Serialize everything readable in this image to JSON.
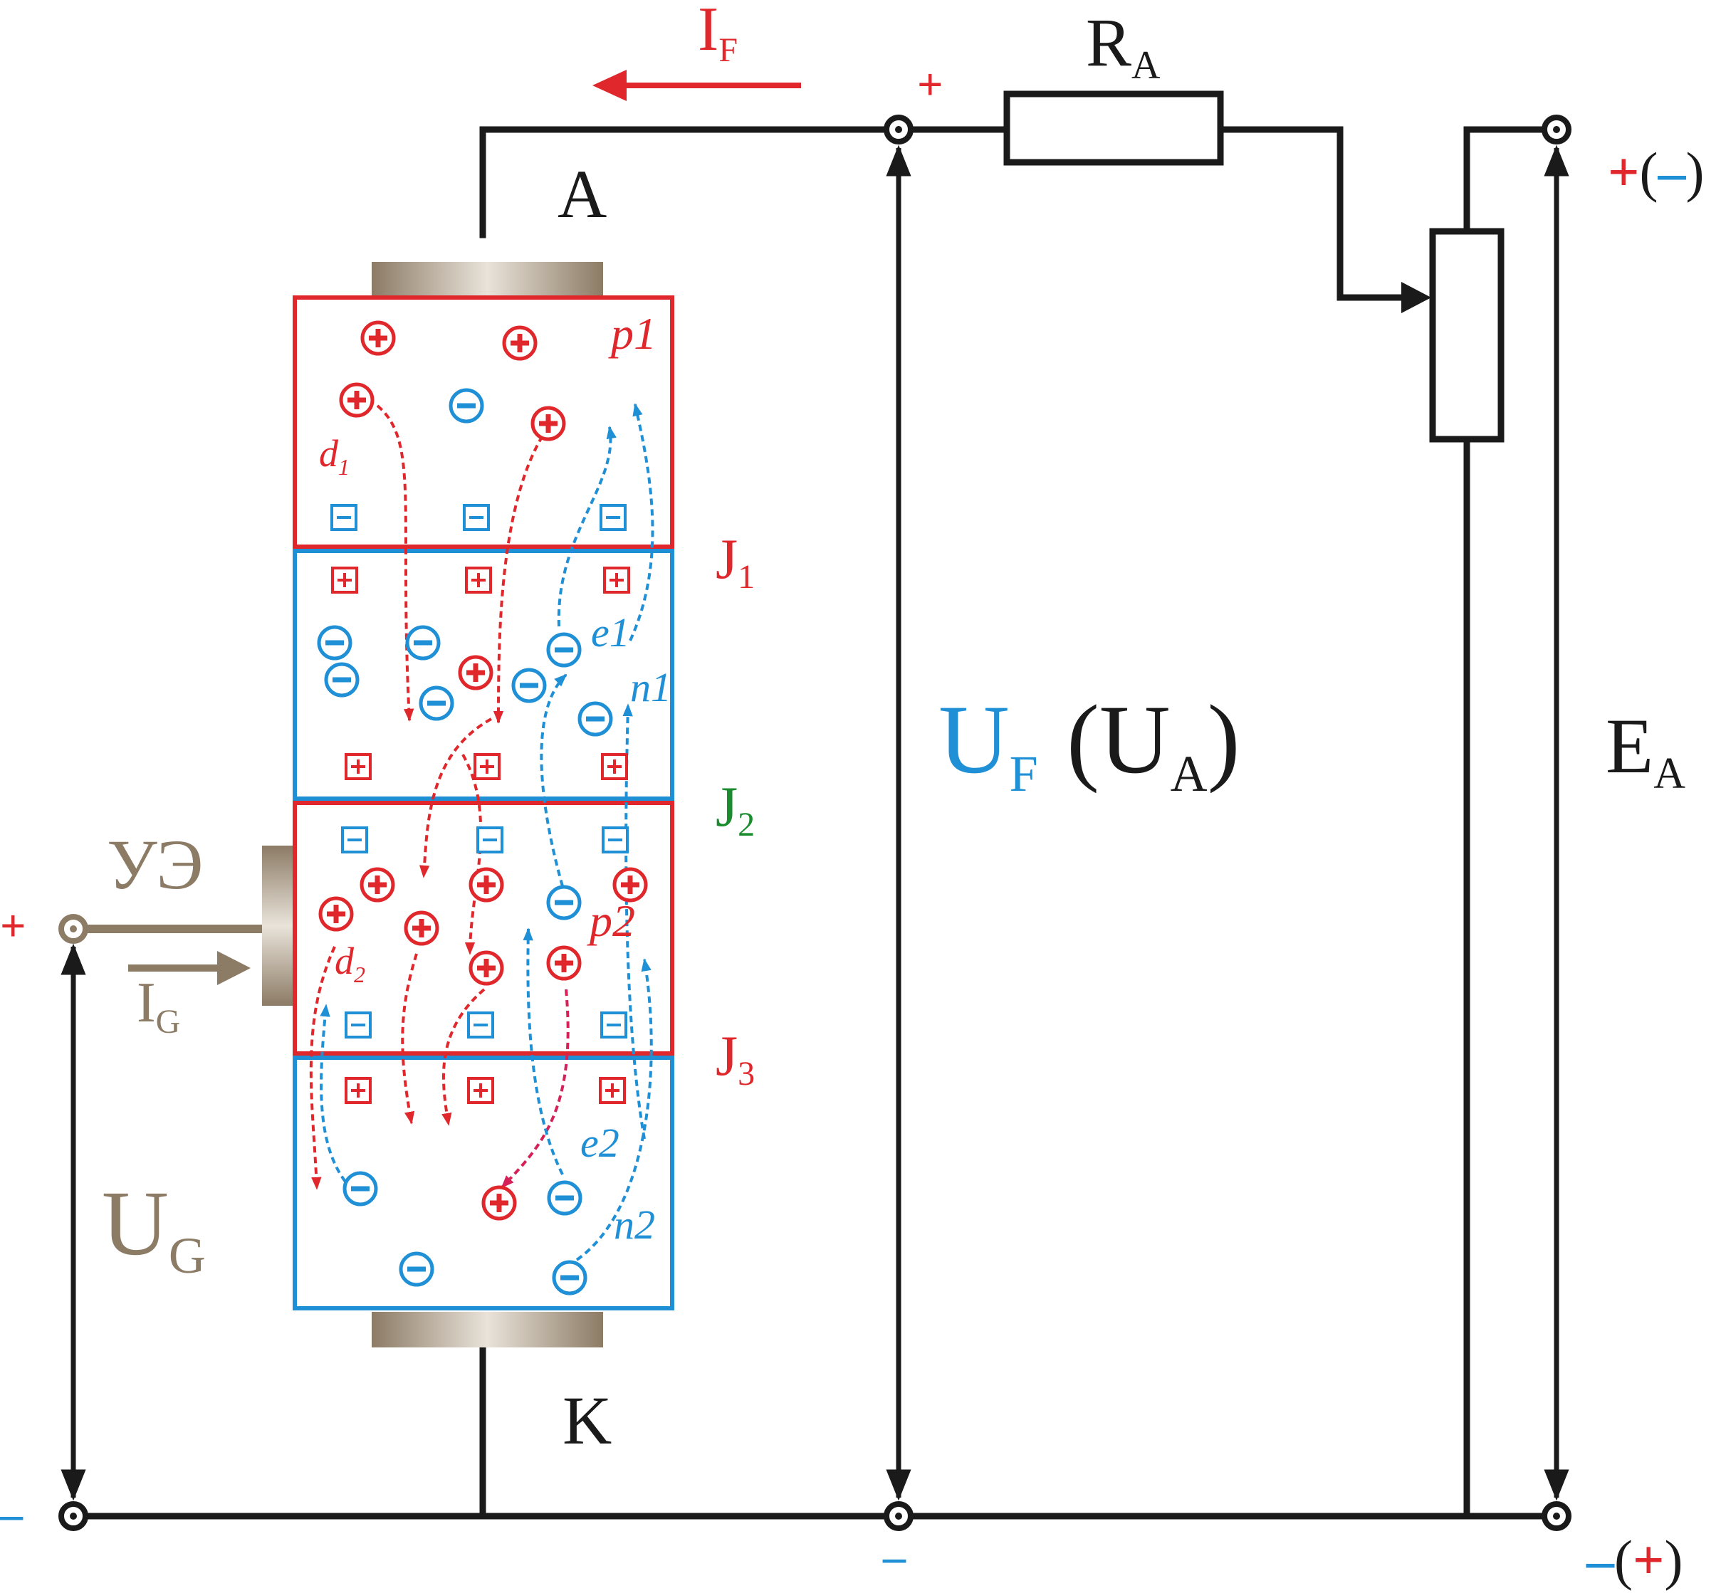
{
  "colors": {
    "wire": "#1a1a1a",
    "p_region": "#e0272b",
    "n_region": "#1f8fd6",
    "j2": "#1a8c2e",
    "gate": "#8c7b65",
    "electrode": "#a89c8c"
  },
  "labels": {
    "anode": "A",
    "cathode": "K",
    "gate": "УЭ",
    "ra": {
      "main": "R",
      "sub": "A"
    },
    "if": {
      "main": "I",
      "sub": "F"
    },
    "ig": {
      "main": "I",
      "sub": "G"
    },
    "ug": {
      "main": "U",
      "sub": "G"
    },
    "uf": {
      "main": "U",
      "sub": "F"
    },
    "ua": {
      "open": "(U",
      "sub": "A",
      "close": ")"
    },
    "ea": {
      "main": "E",
      "sub": "A"
    },
    "j1": {
      "main": "J",
      "sub": "1"
    },
    "j2": {
      "main": "J",
      "sub": "2"
    },
    "j3": {
      "main": "J",
      "sub": "3"
    },
    "p1": "p1",
    "p2": "p2",
    "n1": "n1",
    "n2": "n2",
    "e1": "e1",
    "e2": "e2",
    "d1": {
      "main": "d",
      "sub": "1"
    },
    "d2": {
      "main": "d",
      "sub": "2"
    }
  },
  "polarity": {
    "plus": "+",
    "minus": "–",
    "open": "(",
    "close": ")"
  },
  "glyphs": {
    "hole": "+",
    "electron": "–",
    "ion_plus": "+",
    "ion_minus": "–"
  }
}
